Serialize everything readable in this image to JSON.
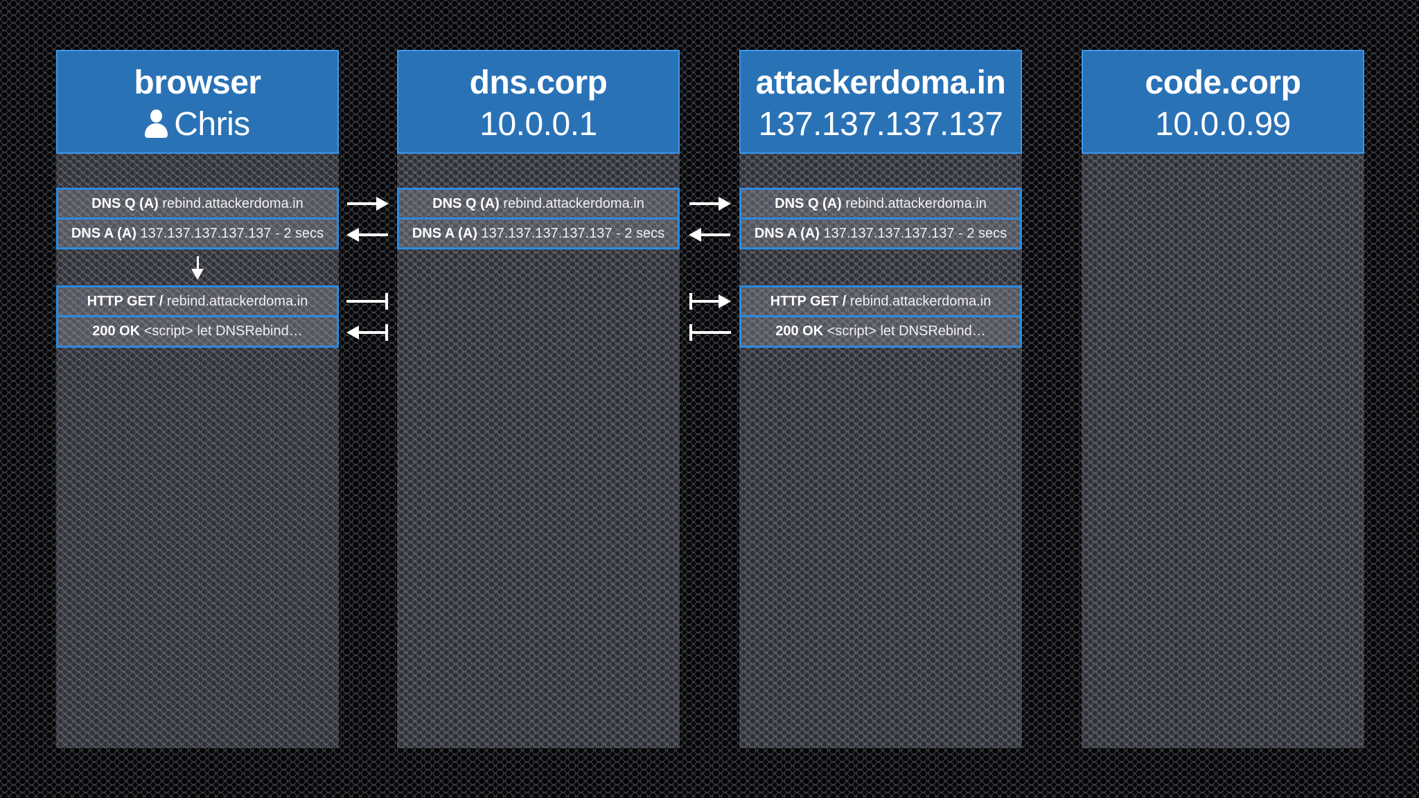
{
  "colors": {
    "header_fill": "#2a72b6",
    "header_border": "#3a98ec",
    "message_border": "#2c8be0",
    "background": "#121316",
    "text": "#ffffff"
  },
  "hosts": [
    {
      "title": "browser",
      "subtitle": "Chris",
      "icon": "user-icon"
    },
    {
      "title": "dns.corp",
      "subtitle": "10.0.0.1"
    },
    {
      "title": "attackerdoma.in",
      "subtitle": "137.137.137.137"
    },
    {
      "title": "code.corp",
      "subtitle": "10.0.0.99"
    }
  ],
  "messages": {
    "browser": [
      {
        "label": "DNS Q (A)",
        "detail": "rebind.attackerdoma.in"
      },
      {
        "label": "DNS A (A)",
        "detail": "137.137.137.137.137 - 2 secs"
      },
      {
        "label": "HTTP GET /",
        "detail": "rebind.attackerdoma.in"
      },
      {
        "label": "200 OK",
        "detail": "<script> let DNSRebind…"
      }
    ],
    "dns_corp": [
      {
        "label": "DNS Q (A)",
        "detail": "rebind.attackerdoma.in"
      },
      {
        "label": "DNS A (A)",
        "detail": "137.137.137.137.137 - 2 secs"
      }
    ],
    "attacker": [
      {
        "label": "DNS Q (A)",
        "detail": "rebind.attackerdoma.in"
      },
      {
        "label": "DNS A (A)",
        "detail": "137.137.137.137.137 - 2 secs"
      },
      {
        "label": "HTTP GET /",
        "detail": "rebind.attackerdoma.in"
      },
      {
        "label": "200 OK",
        "detail": "<script> let DNSRebind…"
      }
    ]
  },
  "arrows": [
    {
      "from": "browser",
      "to": "dns.corp",
      "message": "DNS Q",
      "direction": "right"
    },
    {
      "from": "dns.corp",
      "to": "browser",
      "message": "DNS A",
      "direction": "left"
    },
    {
      "from": "browser",
      "to": "dns.corp-gap",
      "message": "HTTP GET",
      "direction": "right-bypass"
    },
    {
      "from": "dns.corp-gap",
      "to": "browser",
      "message": "200 OK",
      "direction": "left-bypass"
    },
    {
      "from": "dns.corp",
      "to": "attackerdoma.in",
      "message": "DNS Q",
      "direction": "right"
    },
    {
      "from": "attackerdoma.in",
      "to": "dns.corp",
      "message": "DNS A",
      "direction": "left"
    },
    {
      "from": "bypass",
      "to": "attackerdoma.in",
      "message": "HTTP GET",
      "direction": "right-bypass"
    },
    {
      "from": "attackerdoma.in",
      "to": "bypass",
      "message": "200 OK",
      "direction": "left-bypass"
    }
  ]
}
